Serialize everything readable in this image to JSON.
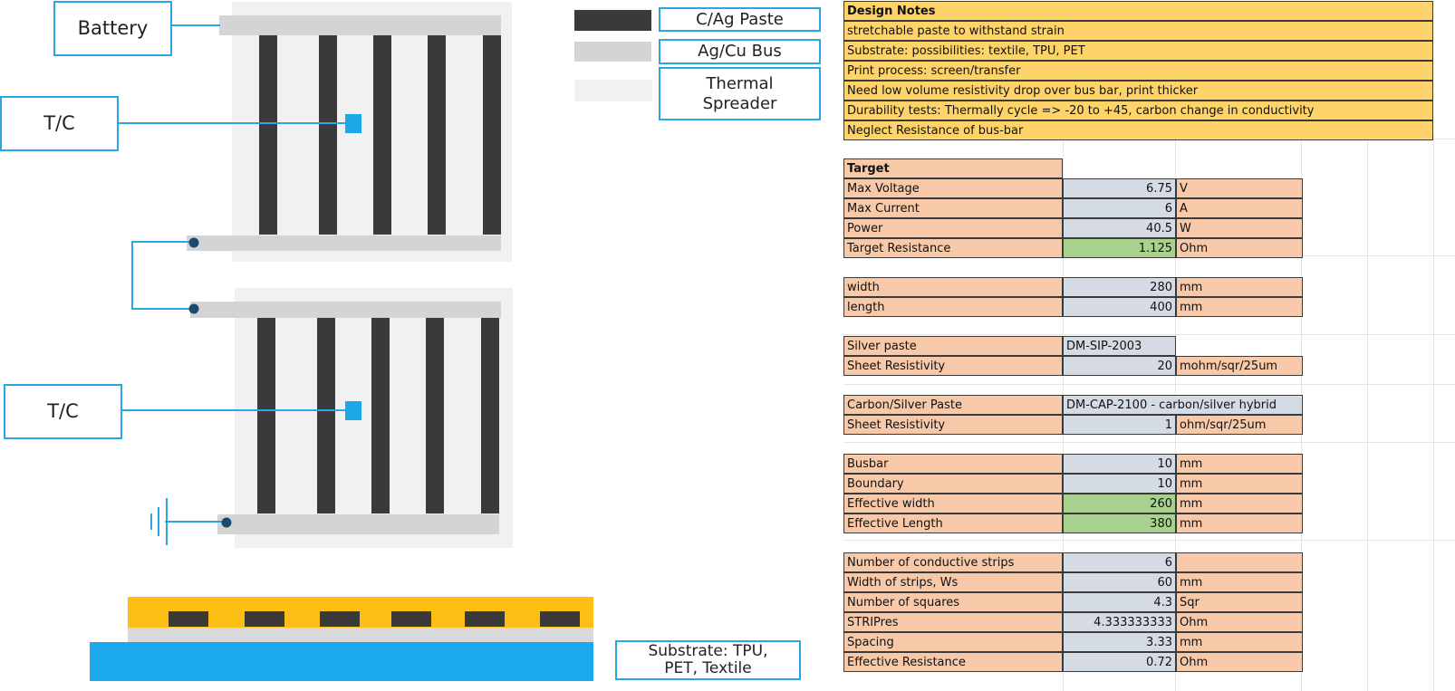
{
  "diagram": {
    "labels": {
      "battery": "Battery",
      "tc1": "T/C",
      "tc2": "T/C",
      "substrate": "Substrate: TPU, PET, Textile"
    },
    "legend": {
      "cag_paste": "C/Ag Paste",
      "agcu_bus": "Ag/Cu Bus",
      "thermal_spreader": "Thermal Spreader"
    },
    "colors": {
      "paste": "#3a3a3a",
      "bus": "#d4d4d4",
      "spreader": "#f1f1f1",
      "accent": "#2aa7e0",
      "tc": "#1ba8e6",
      "node": "#1c4a6e",
      "yellow": "#fdbf14",
      "substrate": "#1aa9ec"
    }
  },
  "sheet": {
    "design_notes": {
      "title": "Design Notes",
      "items": [
        "stretchable paste to withstand strain",
        "Substrate: possibilities: textile, TPU, PET",
        "Print process: screen/transfer",
        "Need low volume resistivity drop over bus bar, print thicker",
        "Durability tests: Thermally cycle => -20 to +45, carbon change in conductivity",
        "Neglect Resistance of bus-bar"
      ]
    },
    "target": {
      "title": "Target",
      "rows": [
        {
          "label": "Max Voltage",
          "value": "6.75",
          "unit": "V"
        },
        {
          "label": "Max Current",
          "value": "6",
          "unit": "A"
        },
        {
          "label": "Power",
          "value": "40.5",
          "unit": "W"
        },
        {
          "label": "Target Resistance",
          "value": "1.125",
          "unit": "Ohm"
        }
      ]
    },
    "dims": [
      {
        "label": "width",
        "value": "280",
        "unit": "mm"
      },
      {
        "label": "length",
        "value": "400",
        "unit": "mm"
      }
    ],
    "silver": {
      "label": "Silver paste",
      "value": "DM-SIP-2003",
      "res_label": "Sheet Resistivity",
      "res_value": "20",
      "res_unit": "mohm/sqr/25um"
    },
    "carbon": {
      "label": "Carbon/Silver Paste",
      "value": "DM-CAP-2100 - carbon/silver hybrid",
      "res_label": "Sheet Resistivity",
      "res_value": "1",
      "res_unit": "ohm/sqr/25um"
    },
    "geometry": [
      {
        "label": "Busbar",
        "value": "10",
        "unit": "mm"
      },
      {
        "label": "Boundary",
        "value": "10",
        "unit": "mm"
      },
      {
        "label": "Effective width",
        "value": "260",
        "unit": "mm"
      },
      {
        "label": "Effective Length",
        "value": "380",
        "unit": "mm"
      }
    ],
    "strips": [
      {
        "label": "Number of conductive strips",
        "value": "6",
        "unit": ""
      },
      {
        "label": "Width of strips, Ws",
        "value": "60",
        "unit": "mm"
      },
      {
        "label": "Number of squares",
        "value": "4.3",
        "unit": "Sqr"
      },
      {
        "label": "STRIPres",
        "value": "4.333333333",
        "unit": "Ohm"
      },
      {
        "label": "Spacing",
        "value": "3.33",
        "unit": "mm"
      },
      {
        "label": "Effective Resistance",
        "value": "0.72",
        "unit": "Ohm"
      }
    ]
  }
}
